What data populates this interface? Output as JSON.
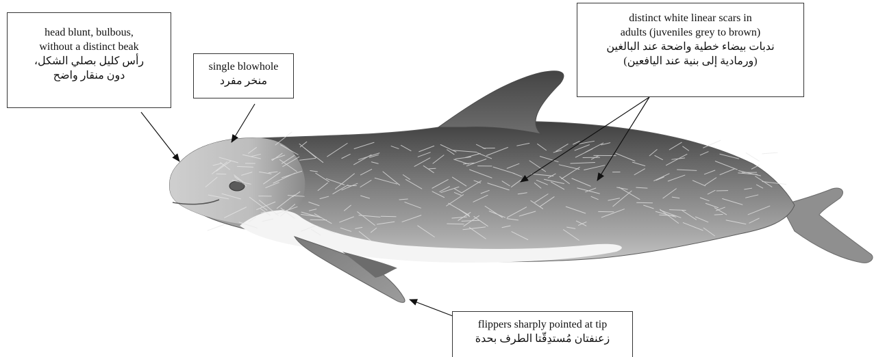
{
  "figure": {
    "subject_icon": "risso-dolphin-illustration",
    "colors": {
      "dark_grey": "#4a4a4a",
      "mid_grey": "#8c8c8c",
      "light_grey": "#cfcfcf",
      "belly_white": "#f4f4f4",
      "scar_white": "#e8e8e8",
      "label_border": "#333333",
      "arrow": "#111111"
    }
  },
  "labels": {
    "head": {
      "en": [
        "head blunt, bulbous,",
        "without a distinct beak"
      ],
      "ar": [
        "رأس كليل بصلي الشكل،",
        "دون منقار واضح"
      ]
    },
    "blowhole": {
      "en": [
        "single blowhole"
      ],
      "ar": [
        "منخر مفرد"
      ]
    },
    "scars": {
      "en": [
        "distinct white linear scars in",
        "adults (juveniles grey to brown)"
      ],
      "ar": [
        "ندبات بيضاء خطية واضحة عند البالغين",
        "(ورمادية إلى بنية عند اليافعين)"
      ]
    },
    "flippers": {
      "en": [
        "flippers sharply pointed at tip"
      ],
      "ar": [
        "زعنفتان مُستدِقّتا الطرف بحدة"
      ]
    }
  }
}
